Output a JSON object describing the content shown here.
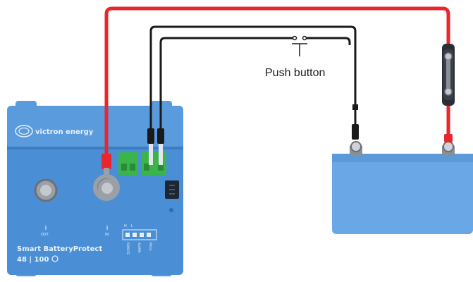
{
  "labels": {
    "push_button": "Push button"
  },
  "device": {
    "brand": "victron energy",
    "model_line1": "Smart BatteryProtect",
    "model_line2": "48 | 100",
    "terminal_out": "OUT",
    "terminal_in": "IN",
    "connector_h": "H",
    "connector_l": "L",
    "connector_labels": [
      "REMOTE",
      "ALARM",
      "PROG"
    ]
  },
  "colors": {
    "positive_wire": "#e8262c",
    "control_wire": "#1a1a1a",
    "device_body": "#4a8fd6",
    "device_dark": "#3d7cc0",
    "battery_body": "#6aa7e6",
    "terminal_green": "#39b54a"
  }
}
